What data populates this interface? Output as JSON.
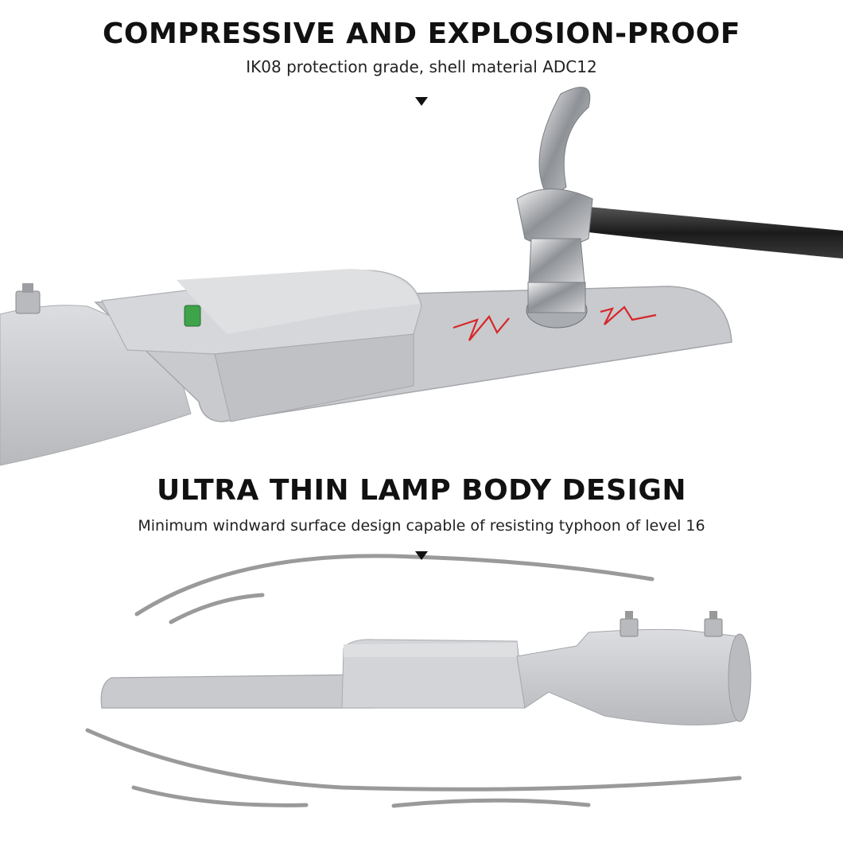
{
  "section1": {
    "title": "COMPRESSIVE AND EXPLOSION-PROOF",
    "subtitle": "IK08 protection grade, shell material ADC12"
  },
  "section2": {
    "title": "ULTRA THIN LAMP BODY DESIGN",
    "subtitle": "Minimum windward surface design capable of resisting typhoon of level 16"
  },
  "colors": {
    "heading": "#111111",
    "lamp_body": "#c9cbce",
    "impact_lines": "#d8262a",
    "wind_lines": "#9a9a9a"
  },
  "icons": [
    "down-arrow-icon",
    "hammer-icon",
    "impact-spark-icon",
    "wind-lines-icon"
  ]
}
